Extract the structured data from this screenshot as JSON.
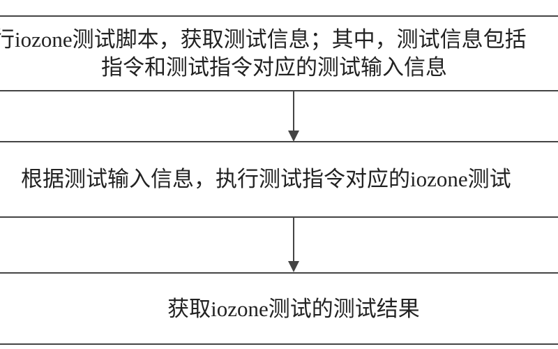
{
  "steps": [
    {
      "lines": [
        "行iozone测试脚本，获取测试信息；其中，测试信息包括",
        "指令和测试指令对应的测试输入信息"
      ]
    },
    {
      "lines": [
        "根据测试输入信息，执行测试指令对应的iozone测试"
      ]
    },
    {
      "lines": [
        "获取iozone测试的测试结果"
      ]
    }
  ]
}
